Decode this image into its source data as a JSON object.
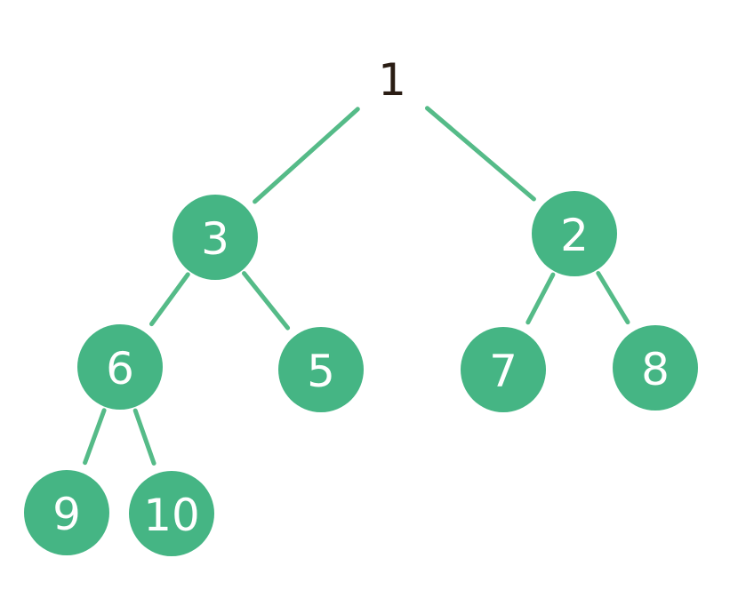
{
  "colors": {
    "node_fill": "#45b584",
    "edge": "#55bb88",
    "label_on_node": "#ffffff",
    "label_root": "#2a1d14",
    "background": "#ffffff"
  },
  "tree": {
    "nodes": [
      {
        "id": "n1",
        "label": "1",
        "style": "dashed-outline"
      },
      {
        "id": "n3",
        "label": "3",
        "style": "filled"
      },
      {
        "id": "n2",
        "label": "2",
        "style": "filled"
      },
      {
        "id": "n6",
        "label": "6",
        "style": "filled"
      },
      {
        "id": "n5",
        "label": "5",
        "style": "filled"
      },
      {
        "id": "n7",
        "label": "7",
        "style": "filled"
      },
      {
        "id": "n8",
        "label": "8",
        "style": "filled"
      },
      {
        "id": "n9",
        "label": "9",
        "style": "filled"
      },
      {
        "id": "n10",
        "label": "10",
        "style": "filled"
      }
    ],
    "edges": [
      {
        "from": "n1",
        "to": "n3"
      },
      {
        "from": "n1",
        "to": "n2"
      },
      {
        "from": "n3",
        "to": "n6"
      },
      {
        "from": "n3",
        "to": "n5"
      },
      {
        "from": "n2",
        "to": "n7"
      },
      {
        "from": "n2",
        "to": "n8"
      },
      {
        "from": "n6",
        "to": "n9"
      },
      {
        "from": "n6",
        "to": "n10"
      }
    ]
  }
}
